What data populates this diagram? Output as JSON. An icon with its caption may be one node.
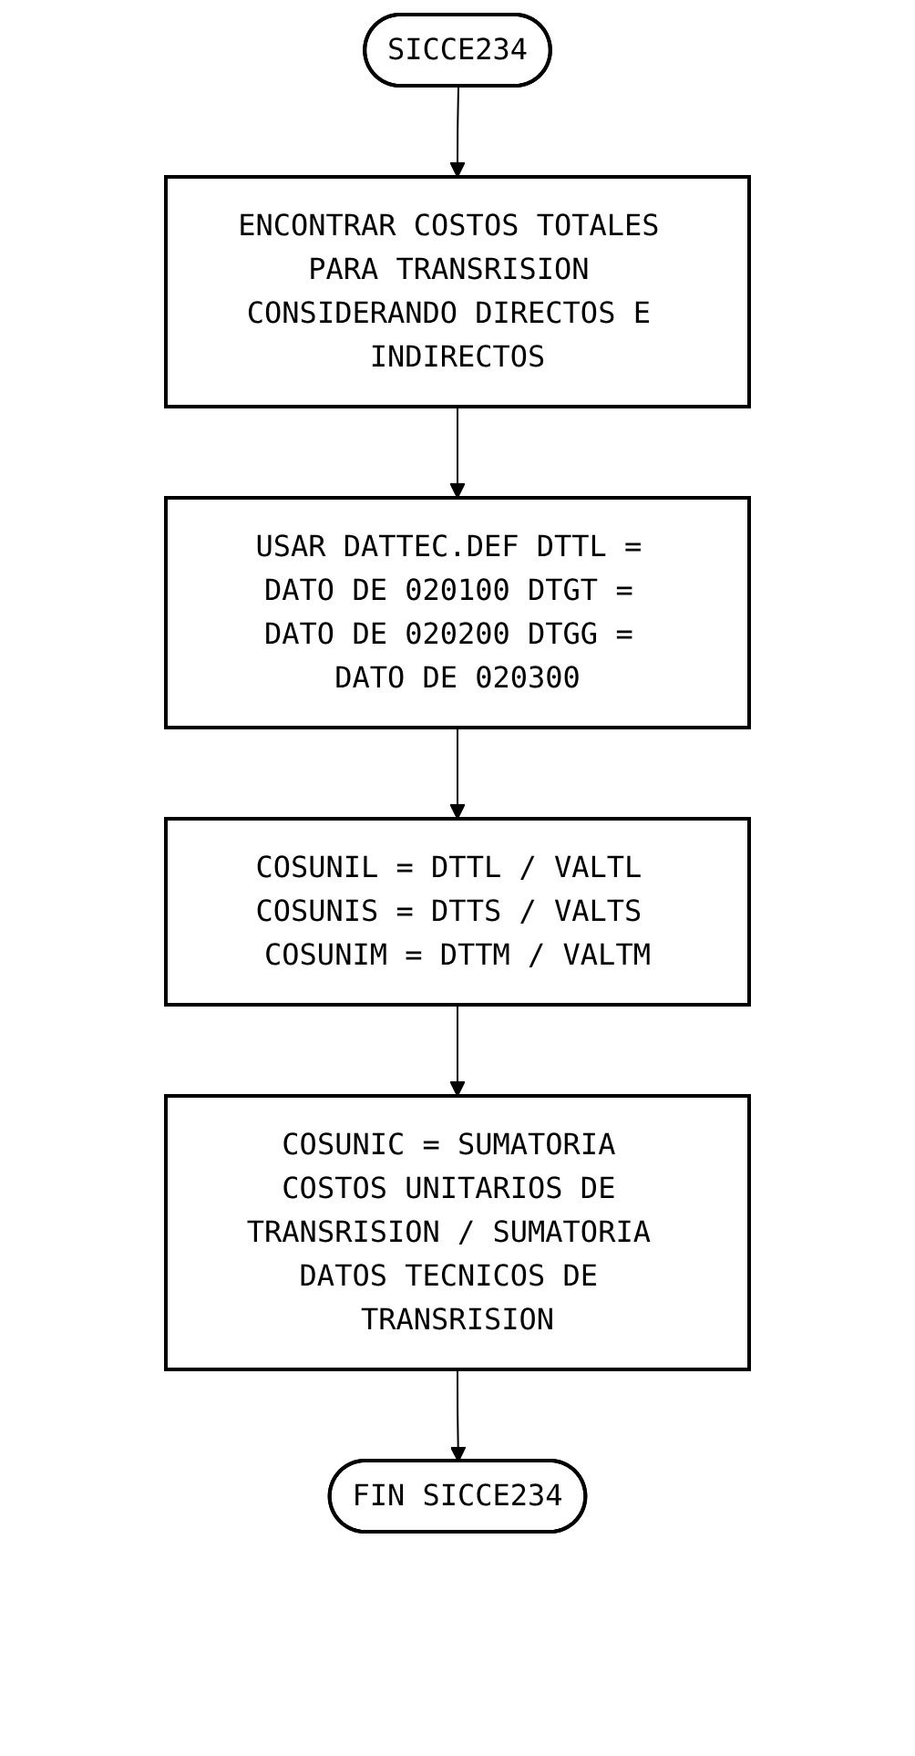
{
  "diagram": {
    "nodes": [
      {
        "text": [
          "SICCE234"
        ]
      },
      {
        "text": [
          "ENCONTRAR COSTOS TOTALES PARA TRANSRISION CONSIDERANDO DIRECTOS E INDIRECTOS"
        ]
      },
      {
        "text": [
          "USAR DATTEC.DEF DTTL = DATO DE 020100 DTGT = DATO DE 020200 DTGG = DATO DE 020300"
        ]
      },
      {
        "text": [
          "COSUNIL = DTTL / VALTL COSUNIS = DTTS / VALTS COSUNIM = DTTM / VALTM"
        ]
      },
      {
        "text": [
          "COSUNIC = SUMATORIA COSTOS UNITARIOS DE TRANSRISION / SUMATORIA DATOS TECNICOS DE TRANSRISION"
        ]
      },
      {
        "text": [
          "FIN SICCE234"
        ]
      }
    ],
    "edges": [
      {
        "from": 0,
        "to": 1,
        "arrow": "to"
      },
      {
        "from": 1,
        "to": 2,
        "arrow": "to"
      },
      {
        "from": 2,
        "to": 3,
        "arrow": "to"
      },
      {
        "from": 3,
        "to": 4,
        "arrow": "to"
      },
      {
        "from": 4,
        "to": 5,
        "arrow": "to"
      }
    ]
  }
}
